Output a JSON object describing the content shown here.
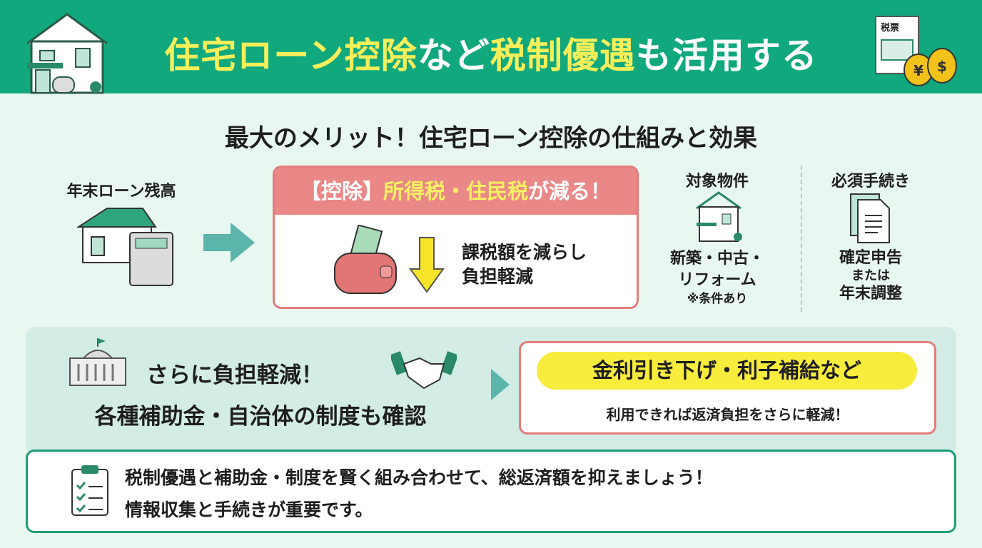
{
  "header": {
    "title_parts": [
      "住宅ローン控除",
      "など",
      "税制優遇",
      "も活用する"
    ],
    "tax_doc_label": "税票"
  },
  "subtitle": "最大のメリット！住宅ローン控除の仕組みと効果",
  "loan": {
    "label": "年末ローン残高"
  },
  "deduction": {
    "header_prefix": "【控除】",
    "header_highlight": "所得税・住民税",
    "header_suffix": "が減る！",
    "line1": "課税額を減らし",
    "line2": "負担軽減"
  },
  "property": {
    "title": "対象物件",
    "line1": "新築・中古・",
    "line2": "リフォーム",
    "note": "※条件あり"
  },
  "procedure": {
    "title": "必須手続き",
    "line1": "確定申告",
    "line2": "または",
    "line3": "年末調整"
  },
  "subsidy": {
    "line1": "さらに負担軽減！",
    "line2": "各種補助金・自治体の制度も確認",
    "pill": "金利引き下げ・利子補給など",
    "pill_sub": "利用できれば返済負担をさらに軽減！"
  },
  "summary": {
    "line1": "税制優遇と補助金・制度を賢く組み合わせて、総返済額を抑えましょう！",
    "line2": "情報収集と手続きが重要です。"
  },
  "colors": {
    "green": "#11a87e",
    "yellow": "#f6ef5a",
    "pink": "#ea8787"
  }
}
